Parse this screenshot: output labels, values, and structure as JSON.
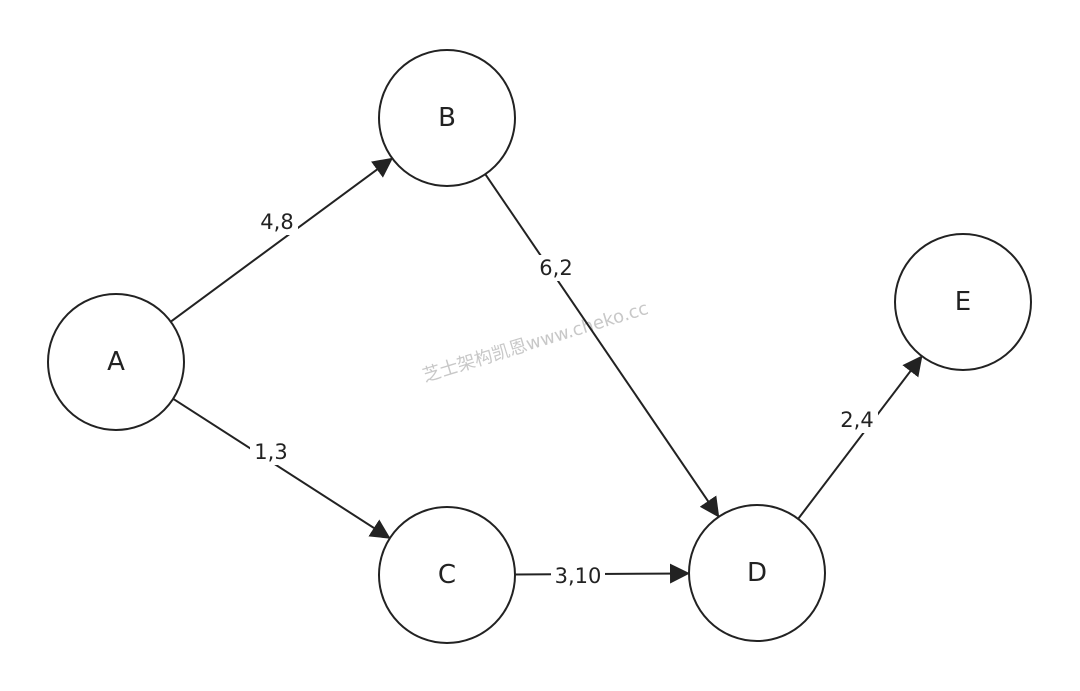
{
  "diagram": {
    "nodes": [
      {
        "id": "A",
        "label": "A"
      },
      {
        "id": "B",
        "label": "B"
      },
      {
        "id": "C",
        "label": "C"
      },
      {
        "id": "D",
        "label": "D"
      },
      {
        "id": "E",
        "label": "E"
      }
    ],
    "edges": [
      {
        "from": "A",
        "to": "B",
        "label": "4,8"
      },
      {
        "from": "A",
        "to": "C",
        "label": "1,3"
      },
      {
        "from": "B",
        "to": "D",
        "label": "6,2"
      },
      {
        "from": "C",
        "to": "D",
        "label": "3,10"
      },
      {
        "from": "D",
        "to": "E",
        "label": "2,4"
      }
    ],
    "watermark": "芝士架构凯恩www.cheko.cc"
  }
}
